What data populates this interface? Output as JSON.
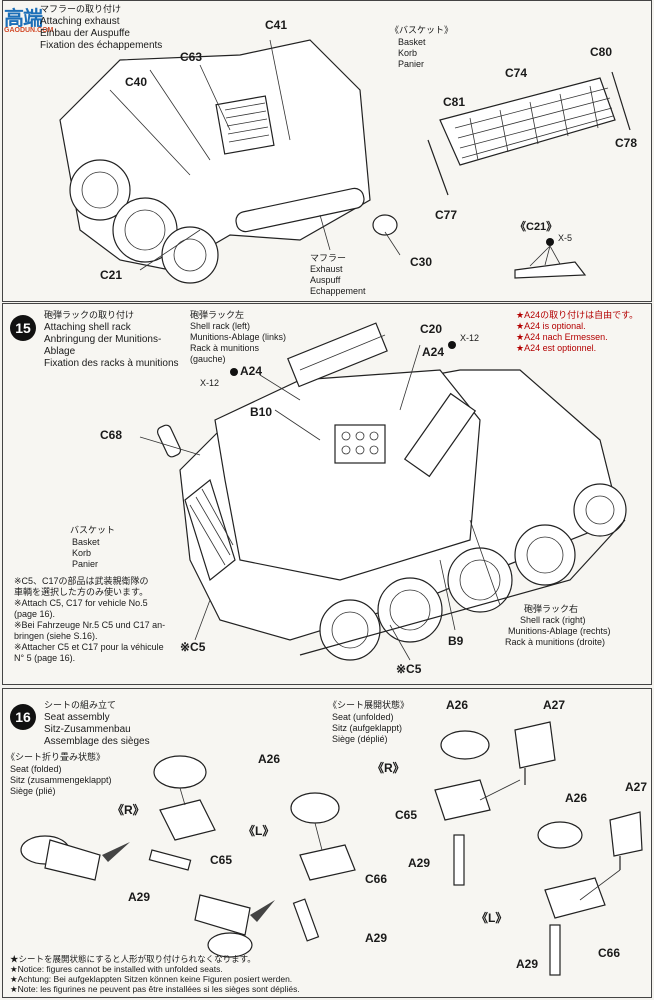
{
  "watermark": {
    "logo_text": "高端",
    "logo_sub": "GAODUN.COM"
  },
  "step14": {
    "title_jp": "マフラーの取り付け",
    "title_en": "Attaching exhaust",
    "title_de": "Einbau der Auspuffe",
    "title_fr": "Fixation des échappements",
    "parts": [
      "C41",
      "C63",
      "C40",
      "C21",
      "C30"
    ],
    "muffler_label": [
      "マフラー",
      "Exhaust",
      "Auspuff",
      "Echappement"
    ],
    "basket": {
      "title": [
        "《バスケット》",
        "Basket",
        "Korb",
        "Panier"
      ],
      "parts": [
        "C80",
        "C74",
        "C81",
        "C78",
        "C77"
      ]
    },
    "detail": {
      "title": "《C21》",
      "part": "X-5"
    }
  },
  "step15": {
    "number": "15",
    "title_jp": "砲弾ラックの取り付け",
    "title_en": "Attaching shell rack",
    "title_de": "Anbringung der Munitions-",
    "title_de2": "Ablage",
    "title_fr": "Fixation des racks à munitions",
    "rack_left": [
      "砲弾ラック左",
      "Shell rack (left)",
      "Munitions-Ablage (links)",
      "Rack à munitions",
      "(gauche)"
    ],
    "rack_right": [
      "砲弾ラック右",
      "Shell rack (right)",
      "Munitions-Ablage (rechts)",
      "Rack à munitions (droite)"
    ],
    "basket": [
      "バスケット",
      "Basket",
      "Korb",
      "Panier"
    ],
    "parts": {
      "c20": "C20",
      "a24a": "A24",
      "a24b": "A24",
      "x12a": "X-12",
      "x12b": "X-12",
      "b10": "B10",
      "c68": "C68",
      "b9": "B9",
      "c5a": "※C5",
      "c5b": "※C5"
    },
    "optional": [
      "★A24の取り付けは自由です。",
      "★A24 is optional.",
      "★A24 nach Ermessen.",
      "★A24 est optionnel."
    ],
    "note": [
      "※C5、C17の部品は武装親衛隊の",
      "車輌を選択した方のみ使います。",
      "※Attach C5, C17 for vehicle No.5",
      "(page 16).",
      "※Bei Fahrzeuge Nr.5 C5 und C17 an-",
      "bringen (siehe S.16).",
      "※Attacher C5 et C17 pour la véhicule",
      "N° 5 (page 16)."
    ]
  },
  "step16": {
    "number": "16",
    "title_jp": "シートの組み立て",
    "title_en": "Seat assembly",
    "title_de": "Sitz-Zusammenbau",
    "title_fr": "Assemblage des sièges",
    "folded": [
      "《シート折り畳み状態》",
      "Seat (folded)",
      "Sitz (zusammengeklappt)",
      "Siège (plié)"
    ],
    "unfolded": [
      "《シート展開状態》",
      "Seat (unfolded)",
      "Sitz (aufgeklappt)",
      "Siège (déplié)"
    ],
    "marks": {
      "r1": "《R》",
      "l1": "《L》",
      "r2": "《R》",
      "l2": "《L》"
    },
    "parts": {
      "a26a": "A26",
      "c65a": "C65",
      "a29a": "A29",
      "c66a": "C66",
      "a29b": "A29",
      "a26b": "A26",
      "a27a": "A27",
      "c65b": "C65",
      "a29c": "A29",
      "a26c": "A26",
      "a27b": "A27",
      "c66b": "C66",
      "a29d": "A29"
    },
    "notes": [
      "★シートを展開状態にすると人形が取り付けられなくなります。",
      "★Notice: figures cannot be installed with unfolded seats.",
      "★Achtung: Bei aufgeklappten Sitzen können keine Figuren posiert werden.",
      "★Note: les figurines ne peuvent pas être installées si les sièges sont dépliés."
    ]
  }
}
